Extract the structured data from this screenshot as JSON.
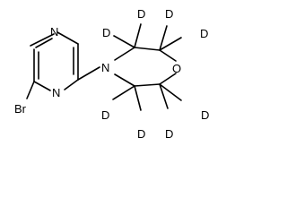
{
  "molecule": {
    "atoms": {
      "ring_n_top": "N",
      "ring_n_bottom": "N",
      "bromine": "Br",
      "morpholine_n": "N",
      "morpholine_o": "O",
      "deuterium": "D"
    }
  }
}
